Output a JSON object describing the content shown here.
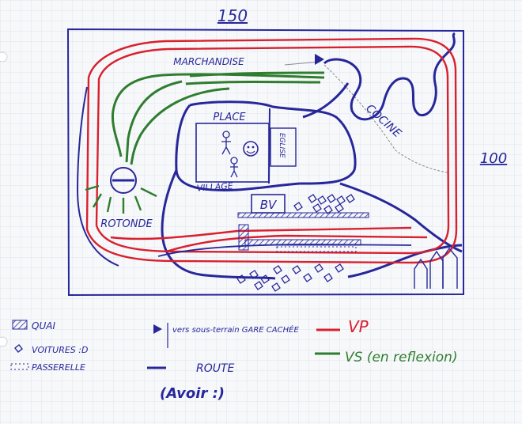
{
  "colors": {
    "paper": "#f7f8fa",
    "grid": "#dfe4ee",
    "ink": "#27279a",
    "vp": "#d8202e",
    "vs": "#2f7d2f",
    "pencil": "#8a8a8a"
  },
  "dimensions": {
    "width_label": "150",
    "height_label": "100"
  },
  "labels": {
    "marchandise": "MARCHANDISE",
    "place": "PLACE",
    "village": "VILLAGE",
    "eglise": "EGLISE",
    "cocine": "COCINE",
    "bv": "BV",
    "rotonde": "ROTONDE"
  },
  "legend": {
    "quai": "QUAI",
    "voitures": "VOITURES :D",
    "passerelle": "PASSERELLE",
    "gare_cachee": "vers sous-terrain GARE CACHÉE",
    "route": "ROUTE",
    "route_note": "(Avoir :)",
    "vp": "VP",
    "vs": "VS (en reflexion)"
  }
}
